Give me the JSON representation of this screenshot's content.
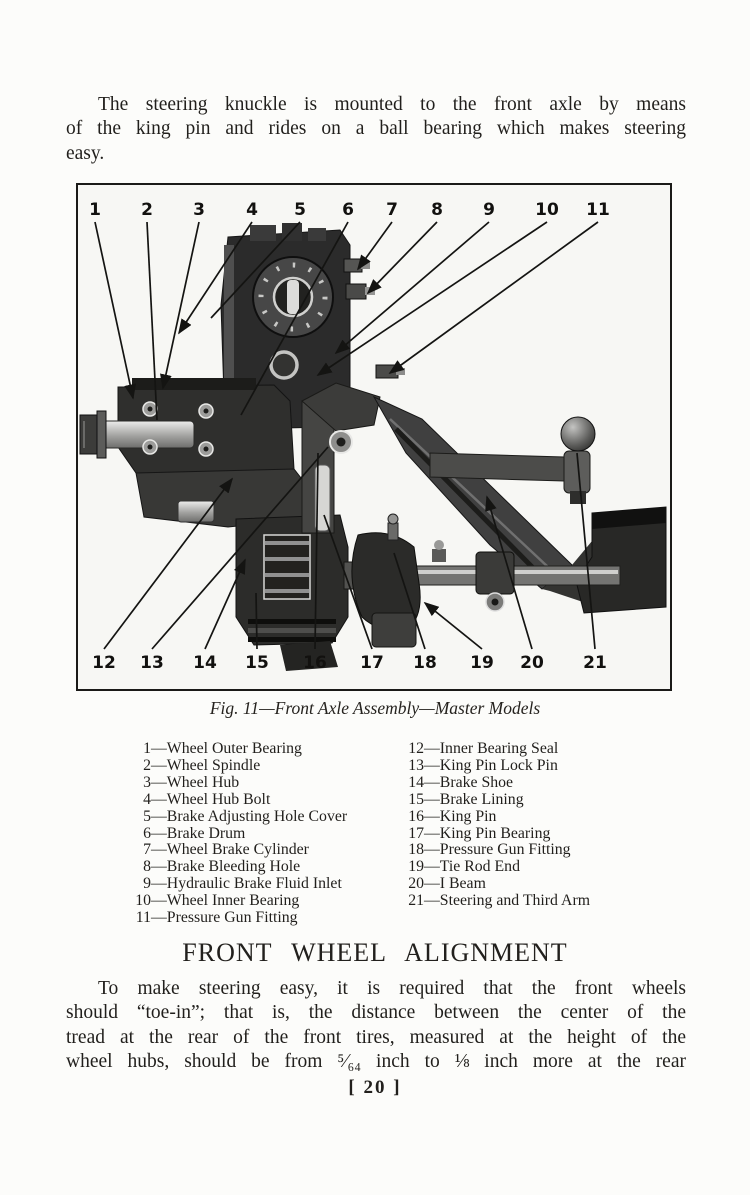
{
  "page": {
    "paragraph1_lines": [
      "The steering knuckle is mounted to the front axle by means",
      "of the king pin and rides on a ball bearing which makes steering",
      "easy."
    ],
    "heading": "FRONT WHEEL ALIGNMENT",
    "paragraph2_lines": [
      "To make steering easy, it is required that the front wheels",
      "should “toe-in”; that is, the distance between the center of the",
      "tread at the rear of the front tires, measured at the height of the",
      "wheel hubs, should be from ⁵⁄₆₄ inch to ⅛ inch more at the rear"
    ],
    "page_number": "[ 20 ]"
  },
  "figure": {
    "caption": "Fig. 11—Front Axle Assembly—Master Models",
    "callouts_top": [
      "1",
      "2",
      "3",
      "4",
      "5",
      "6",
      "7",
      "8",
      "9",
      "10",
      "11"
    ],
    "callouts_bottom": [
      "12",
      "13",
      "14",
      "15",
      "16",
      "17",
      "18",
      "19",
      "20",
      "21"
    ]
  },
  "parts_list": {
    "dash": "—",
    "left": [
      {
        "num": "1",
        "label": "Wheel Outer Bearing"
      },
      {
        "num": "2",
        "label": "Wheel Spindle"
      },
      {
        "num": "3",
        "label": "Wheel Hub"
      },
      {
        "num": "4",
        "label": "Wheel Hub Bolt"
      },
      {
        "num": "5",
        "label": "Brake Adjusting Hole Cover"
      },
      {
        "num": "6",
        "label": "Brake Drum"
      },
      {
        "num": "7",
        "label": "Wheel Brake Cylinder"
      },
      {
        "num": "8",
        "label": "Brake Bleeding Hole"
      },
      {
        "num": "9",
        "label": "Hydraulic Brake Fluid Inlet"
      },
      {
        "num": "10",
        "label": "Wheel Inner Bearing"
      },
      {
        "num": "11",
        "label": "Pressure Gun Fitting"
      }
    ],
    "right": [
      {
        "num": "12",
        "label": "Inner Bearing Seal"
      },
      {
        "num": "13",
        "label": "King Pin Lock Pin"
      },
      {
        "num": "14",
        "label": "Brake Shoe"
      },
      {
        "num": "15",
        "label": "Brake Lining"
      },
      {
        "num": "16",
        "label": "King Pin"
      },
      {
        "num": "17",
        "label": "King Pin Bearing"
      },
      {
        "num": "18",
        "label": "Pressure Gun Fitting"
      },
      {
        "num": "19",
        "label": "Tie Rod End"
      },
      {
        "num": "20",
        "label": "I Beam"
      },
      {
        "num": "21",
        "label": "Steering and Third Arm"
      }
    ]
  },
  "colors": {
    "ink": "#211f1c",
    "paper": "#fcfcfa",
    "figure_bg": "#f7f7f4"
  }
}
